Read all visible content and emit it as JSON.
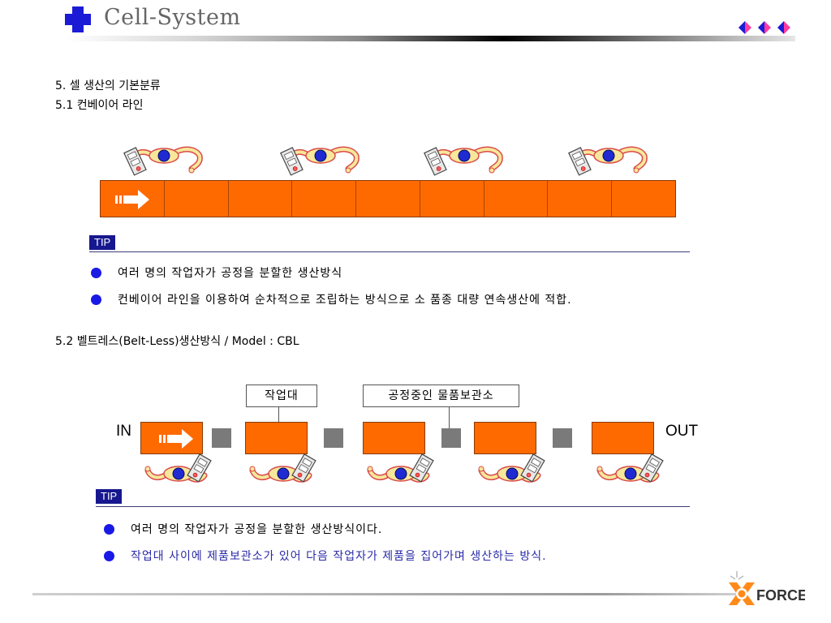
{
  "header": {
    "title": "Cell-System"
  },
  "section5": {
    "heading": "5. 셀 생산의 기본분류",
    "sub1": "5.1 컨베이어 라인",
    "tip1": {
      "tag": "TIP",
      "bullets": [
        "여러 명의 작업자가 공정을 분할한 생산방식",
        "컨베이어 라인을 이용하여 순차적으로 조립하는 방식으로 소 품종 대량 연속생산에 적합."
      ]
    },
    "sub2": "5.2 벨트레스(Belt-Less)생산방식 / Model : CBL",
    "beltless": {
      "label_workbench": "작업대",
      "label_storage": "공정중인 물품보관소",
      "in_label": "IN",
      "out_label": "OUT"
    },
    "tip2": {
      "tag": "TIP",
      "bullets": [
        "여러 명의 작업자가 공정을 분할한 생산방식이다.",
        "작업대 사이에 제품보관소가 있어 다음 작업자가 제품을 집어가며 생산하는 방식."
      ]
    }
  },
  "footer": {
    "logo_text": "FORCE"
  },
  "colors": {
    "accent_orange": "#ff6a00",
    "tip_navy": "#17178f",
    "bullet_blue": "#1919e6",
    "bullet2_text": "#2a2aa8",
    "storage_gray": "#7a7a7a"
  }
}
